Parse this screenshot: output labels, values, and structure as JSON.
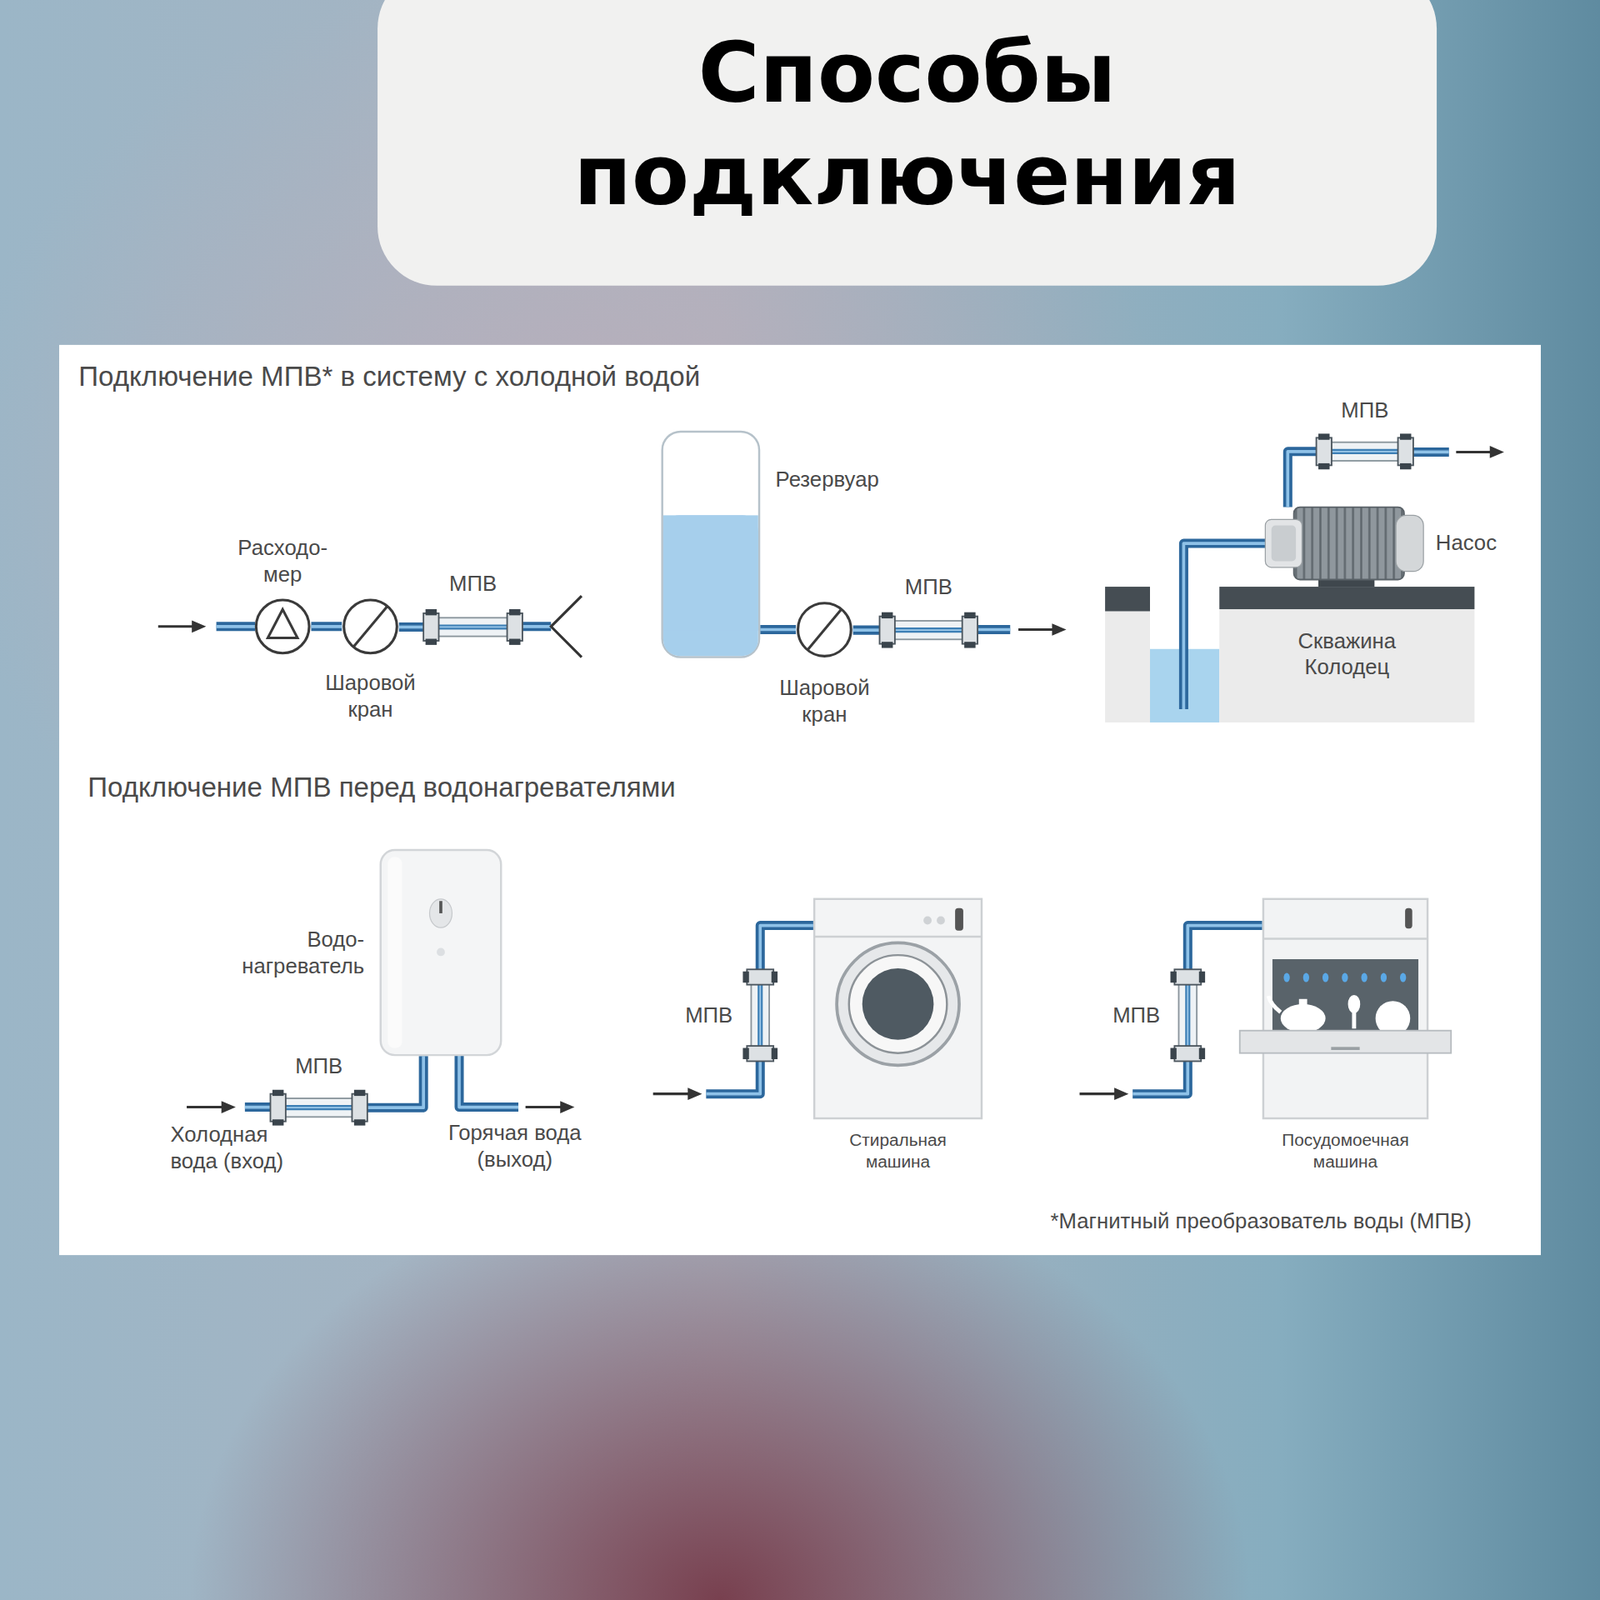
{
  "diagram": {
    "title": "Способы подключения",
    "nodes": [
      {
        "text": [
          "Расходо- мер"
        ]
      },
      {
        "text": [
          "Шаровой кран"
        ]
      },
      {
        "text": [
          "МПВ"
        ]
      },
      {
        "text": [
          "Резервуар"
        ]
      },
      {
        "text": [
          "Шаровой кран"
        ]
      },
      {
        "text": [
          "МПВ"
        ]
      },
      {
        "text": [
          "МПВ"
        ]
      },
      {
        "text": [
          "Насос"
        ]
      },
      {
        "text": [
          "Скважина Колодец"
        ]
      },
      {
        "text": [
          "Водо- нагреватель"
        ]
      },
      {
        "text": [
          "МПВ"
        ]
      },
      {
        "text": [
          "МПВ"
        ]
      },
      {
        "text": [
          "Стиральная машина"
        ]
      },
      {
        "text": [
          "МПВ"
        ]
      },
      {
        "text": [
          "Посудомоечная машина"
        ]
      }
    ],
    "edges": [
      {
        "from": 0,
        "to": 1,
        "arrow": "none"
      },
      {
        "from": 1,
        "to": 2,
        "arrow": "none"
      },
      {
        "from": 3,
        "to": 4,
        "arrow": "none"
      },
      {
        "from": 4,
        "to": 5,
        "arrow": "none"
      },
      {
        "from": 8,
        "to": 7,
        "arrow": "none"
      },
      {
        "from": 7,
        "to": 6,
        "arrow": "none"
      },
      {
        "from": 10,
        "to": 9,
        "arrow": "none"
      },
      {
        "from": 11,
        "to": 12,
        "arrow": "none"
      },
      {
        "from": 13,
        "to": 14,
        "arrow": "none"
      }
    ],
    "labels": [
      "Подключение МПВ* в систему с холодной водой",
      "Подключение МПВ перед водонагревателями",
      "Холодная вода (вход)",
      "Горячая вода (выход)",
      "*Магнитный преобразователь воды (МПВ)"
    ]
  }
}
